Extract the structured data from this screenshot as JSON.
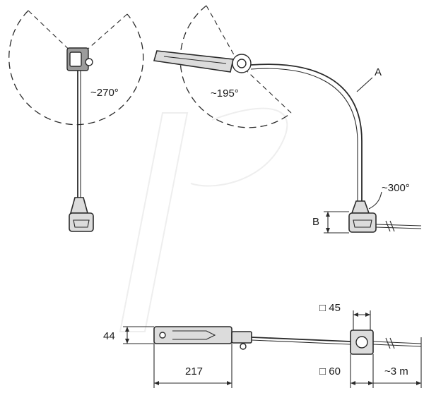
{
  "labels": {
    "angle_side": "~270°",
    "angle_top": "~195°",
    "arm_label": "A",
    "base_angle": "~300°",
    "base_height": "B",
    "dim_height": "44",
    "dim_head_length": "217",
    "dim_base_small": "□ 45",
    "dim_base_large": "□ 60",
    "dim_cable": "~3 m"
  },
  "colors": {
    "stroke": "#2a2a2a",
    "fill_light": "#dcdcdc",
    "fill_mid": "#9c9c9c"
  }
}
